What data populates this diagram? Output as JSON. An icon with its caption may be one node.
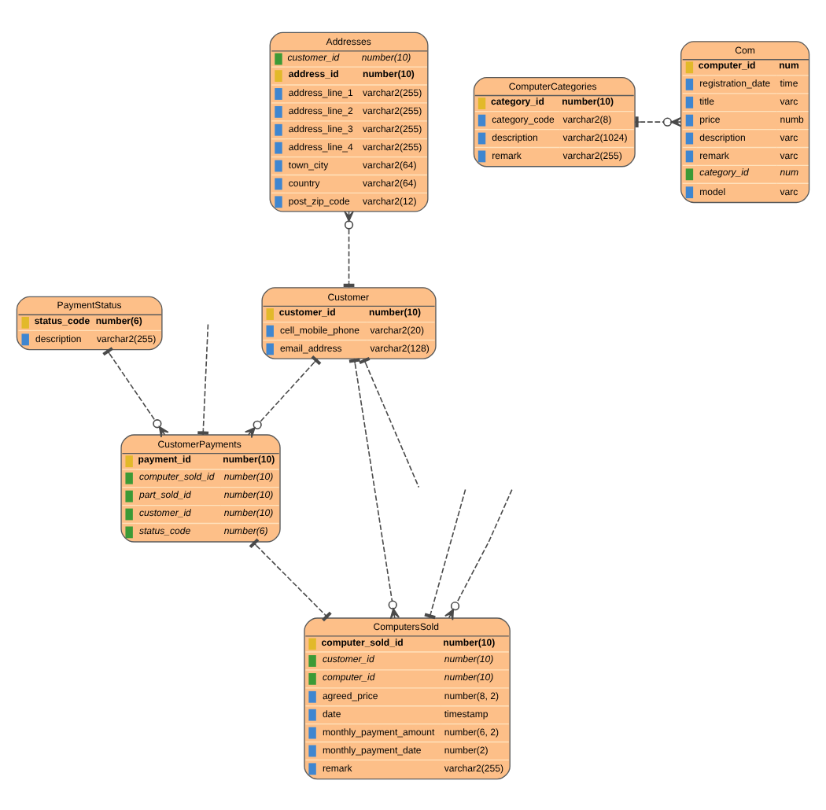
{
  "diagram": {
    "nodes": [
      {
        "text": [
          "Addresses",
          "customer_id",
          "number(10)",
          "address_id",
          "number(10)",
          "address_line_1",
          "varchar2(255)",
          "address_line_2",
          "varchar2(255)",
          "address_line_3",
          "varchar2(255)",
          "address_line_4",
          "varchar2(255)",
          "town_city",
          "varchar2(64)",
          "country",
          "varchar2(64)",
          "post_zip_code",
          "varchar2(12)"
        ]
      },
      {
        "text": [
          "ComputerCategories",
          "category_id",
          "number(10)",
          "category_code",
          "varchar2(8)",
          "description",
          "varchar2(1024)",
          "remark",
          "varchar2(255)"
        ]
      },
      {
        "text": [
          "Com",
          "computer_id",
          "num",
          "registration_date",
          "time",
          "title",
          "varc",
          "price",
          "numb",
          "description",
          "varc",
          "remark",
          "varc",
          "category_id",
          "num",
          "model",
          "varc"
        ]
      },
      {
        "text": [
          "PaymentStatus",
          "status_code",
          "number(6)",
          "description",
          "varchar2(255)"
        ]
      },
      {
        "text": [
          "Customer",
          "customer_id",
          "number(10)",
          "cell_mobile_phone",
          "varchar2(20)",
          "email_address",
          "varchar2(128)"
        ]
      },
      {
        "text": [
          "CustomerPayments",
          "payment_id",
          "number(10)",
          "computer_sold_id",
          "number(10)",
          "part_sold_id",
          "number(10)",
          "customer_id",
          "number(10)",
          "status_code",
          "number(6)"
        ]
      },
      {
        "text": [
          "ComputersSold",
          "computer_sold_id",
          "number(10)",
          "customer_id",
          "number(10)",
          "computer_id",
          "number(10)",
          "agreed_price",
          "number(8, 2)",
          "date",
          "timestamp",
          "monthly_payment_amount",
          "number(6, 2)",
          "monthly_payment_date",
          "number(2)",
          "remark",
          "varchar2(255)"
        ]
      }
    ],
    "edges": [
      {
        "from": 0,
        "to": 4,
        "arrow": "other",
        "style": "dashed"
      },
      {
        "from": 1,
        "to": 2,
        "arrow": "other",
        "style": "dashed"
      },
      {
        "from": 3,
        "to": 5,
        "arrow": "other",
        "style": "dashed"
      },
      {
        "from": 4,
        "to": 5,
        "arrow": "other",
        "style": "dashed"
      },
      {
        "from": 4,
        "to": null,
        "arrow": "other",
        "style": "dashed"
      },
      {
        "from": 4,
        "to": 6,
        "arrow": "other",
        "style": "dashed"
      },
      {
        "from": null,
        "to": 5,
        "arrow": "other",
        "style": "dashed"
      },
      {
        "from": 5,
        "to": 6,
        "arrow": "other",
        "style": "dashed"
      },
      {
        "from": null,
        "to": 6,
        "arrow": "other",
        "style": "dashed"
      },
      {
        "from": null,
        "to": 6,
        "arrow": "other",
        "style": "dashed"
      }
    ]
  }
}
